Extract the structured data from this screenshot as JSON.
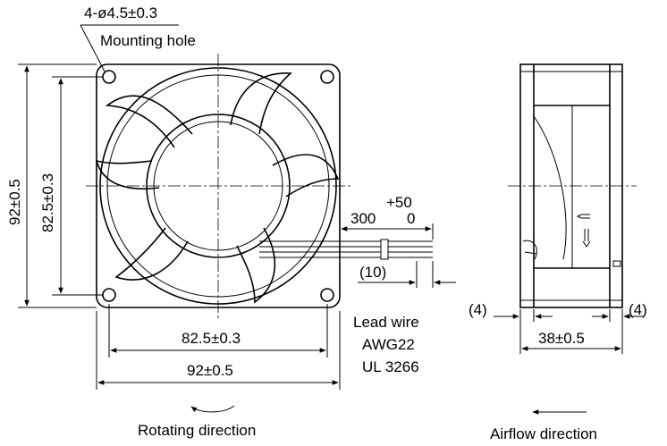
{
  "mounting_hole": {
    "spec": "4-ø4.5±0.3",
    "label": "Mounting hole"
  },
  "front_view": {
    "dim_height_outer": "92±0.5",
    "dim_height_pitch": "82.5±0.3",
    "dim_width_pitch": "82.5±0.3",
    "dim_width_outer": "92±0.5"
  },
  "lead_wire": {
    "length_main": "300",
    "tolerance_upper": "+50",
    "tolerance_lower": "0",
    "strip_length": "(10)",
    "label_line1": "Lead wire",
    "label_line2": "AWG22",
    "label_line3": "UL 3266"
  },
  "side_view": {
    "flange_left": "(4)",
    "flange_right": "(4)",
    "depth": "38±0.5"
  },
  "captions": {
    "rotating": "Rotating direction",
    "airflow": "Airflow direction"
  }
}
